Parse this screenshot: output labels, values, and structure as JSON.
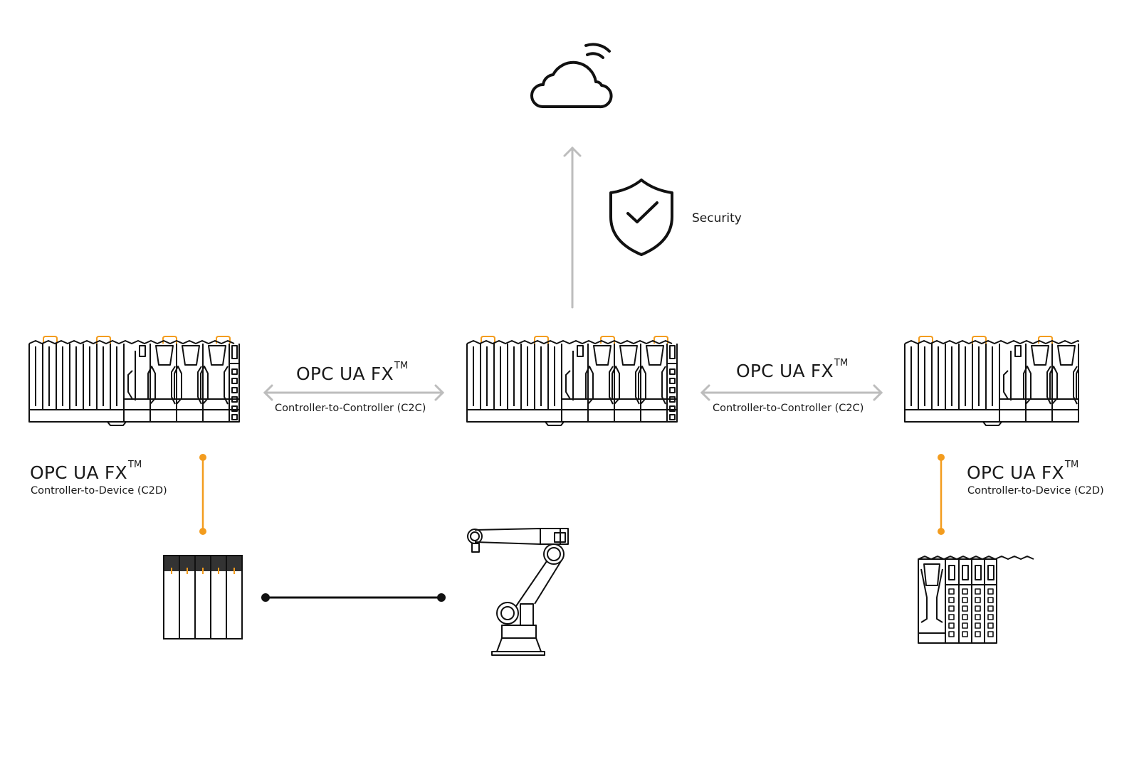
{
  "colors": {
    "stroke": "#111111",
    "accent": "#f39c1e",
    "arrow": "#bdbdbd",
    "io_header": "#333333"
  },
  "nodes": {
    "cloud": {
      "label": "",
      "icon": "cloud-wifi-icon"
    },
    "security": {
      "label": "Security",
      "icon": "shield-check-icon"
    },
    "controller_left": {
      "icon": "plc-controller-icon"
    },
    "controller_center": {
      "icon": "plc-controller-icon"
    },
    "controller_right": {
      "icon": "plc-controller-icon"
    },
    "io_left": {
      "icon": "io-module-icon"
    },
    "robot": {
      "icon": "robot-arm-icon"
    },
    "io_right": {
      "icon": "io-module-icon"
    }
  },
  "links": {
    "c2c_left": {
      "protocol": "OPC UA FX",
      "tm": "TM",
      "description": "Controller-to-Controller (C2C)"
    },
    "c2c_right": {
      "protocol": "OPC UA FX",
      "tm": "TM",
      "description": "Controller-to-Controller (C2C)"
    },
    "c2d_left": {
      "protocol": "OPC UA FX",
      "tm": "TM",
      "description": "Controller-to-Device (C2D)"
    },
    "c2d_right": {
      "protocol": "OPC UA FX",
      "tm": "TM",
      "description": "Controller-to-Device (C2D)"
    }
  }
}
